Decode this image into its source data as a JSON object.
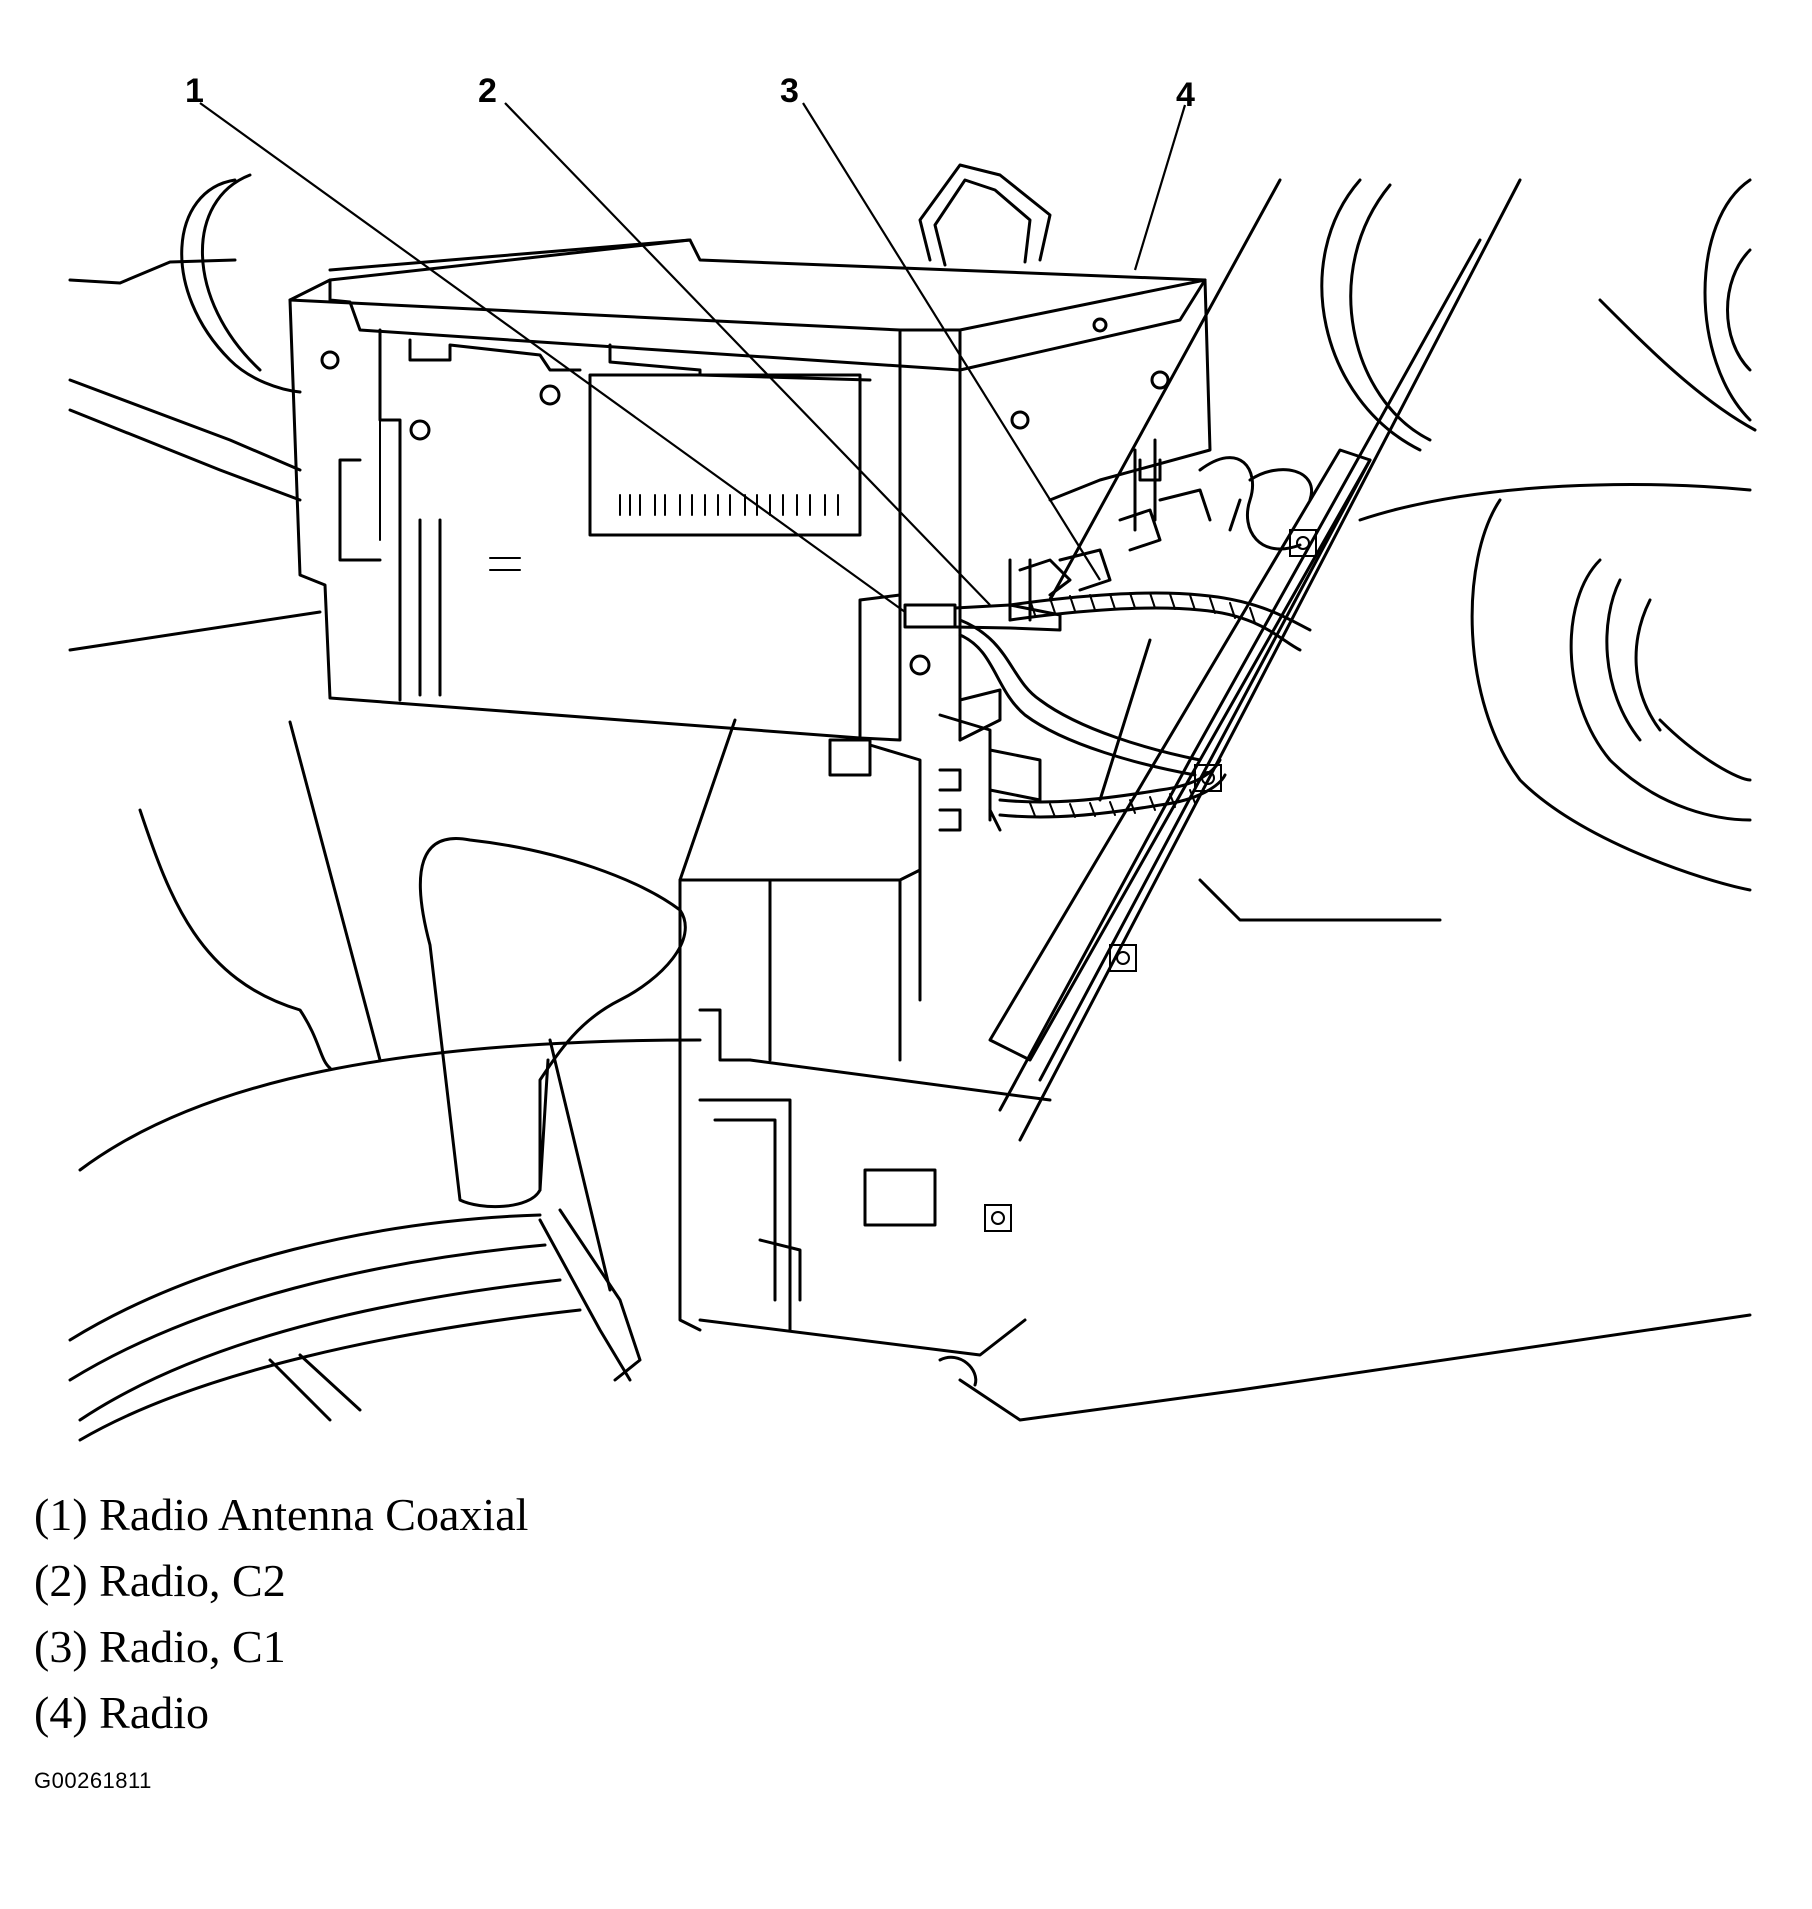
{
  "callouts": {
    "c1": "1",
    "c2": "2",
    "c3": "3",
    "c4": "4"
  },
  "legend": [
    "(1) Radio Antenna Coaxial",
    "(2) Radio, C2",
    "(3) Radio, C1",
    "(4) Radio"
  ],
  "figure_id": "G00261811"
}
